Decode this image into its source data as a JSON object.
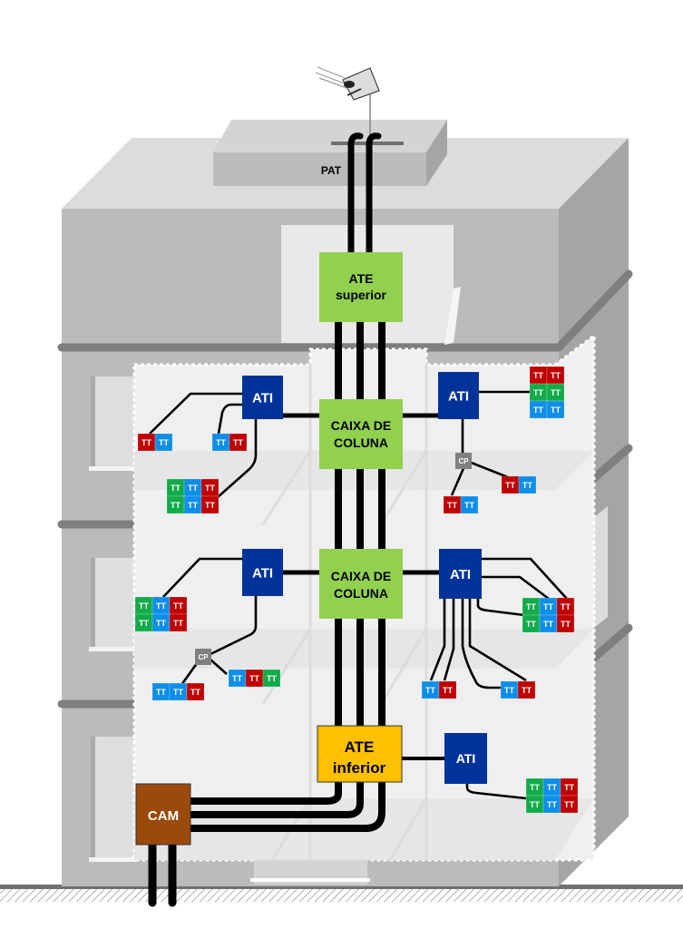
{
  "title": "ITED building telecom infrastructure",
  "colors": {
    "green_box": "#92d050",
    "ati_blue": "#003399",
    "ate_inferior": "#ffc000",
    "cam_brown": "#9c4a0c",
    "tt_red": "#c00000",
    "tt_blue": "#0e8ee9",
    "tt_green": "#12ab4a",
    "cp_gray": "#808080"
  },
  "labels": {
    "pat": "PAT",
    "ate_superior": [
      "ATE",
      "superior"
    ],
    "caixa_coluna_1": [
      "CAIXA DE",
      "COLUNA"
    ],
    "caixa_coluna_2": [
      "CAIXA DE",
      "COLUNA"
    ],
    "ate_inferior": [
      "ATE",
      "inferior"
    ],
    "cam": "CAM",
    "ati": "ATI",
    "cp": "CP",
    "tt": "TT"
  },
  "floors": [
    {
      "name": "floor-upper",
      "left_ati": {
        "outlets": [
          [
            "red",
            "blue"
          ],
          [
            "blue",
            "red"
          ],
          [
            "green",
            "blue",
            "red",
            "green",
            "blue",
            "red"
          ]
        ]
      },
      "right_ati": {
        "outlets": [
          [
            "red",
            "red",
            "green",
            "green",
            "blue",
            "blue"
          ]
        ],
        "cp_outlets": [
          [
            "red",
            "blue"
          ],
          [
            "red",
            "blue"
          ]
        ]
      }
    },
    {
      "name": "floor-middle",
      "left_ati": {
        "outlets": [
          [
            "green",
            "blue",
            "red",
            "green",
            "blue",
            "red"
          ]
        ],
        "cp_outlets": [
          [
            "blue",
            "blue",
            "red"
          ],
          [
            "blue",
            "red",
            "green"
          ]
        ]
      },
      "right_ati": {
        "outlets": [
          [
            "green",
            "blue",
            "red",
            "green",
            "blue",
            "red"
          ],
          [
            "blue",
            "red"
          ],
          [
            "blue",
            "red"
          ]
        ]
      }
    },
    {
      "name": "floor-ground",
      "right_ati": {
        "outlets": [
          [
            "green",
            "blue",
            "red",
            "green",
            "blue",
            "red"
          ]
        ]
      }
    }
  ]
}
